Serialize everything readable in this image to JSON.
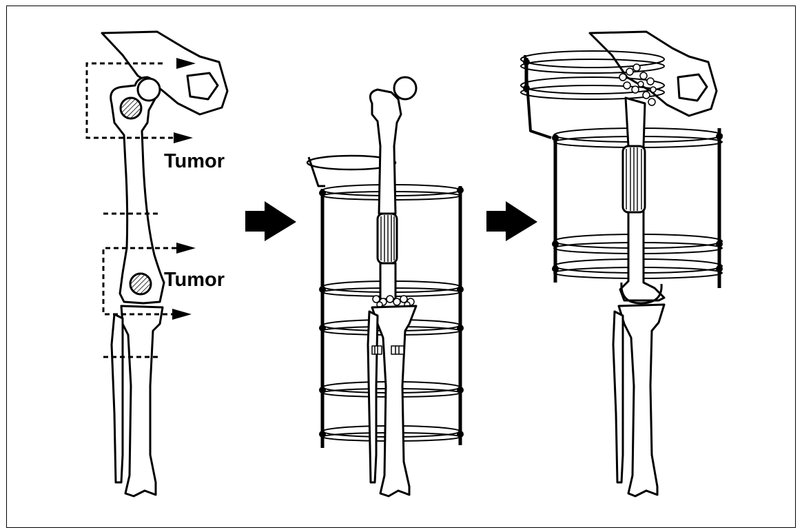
{
  "labels": {
    "tumor_upper": "Tumor",
    "tumor_lower": "Tumor"
  },
  "colors": {
    "line": "#000000",
    "fill": "#ffffff"
  },
  "panels": [
    {
      "name": "preoperative-femur-with-tumors"
    },
    {
      "name": "bone-transport-frame-stage-1"
    },
    {
      "name": "bone-transport-frame-stage-2"
    }
  ]
}
